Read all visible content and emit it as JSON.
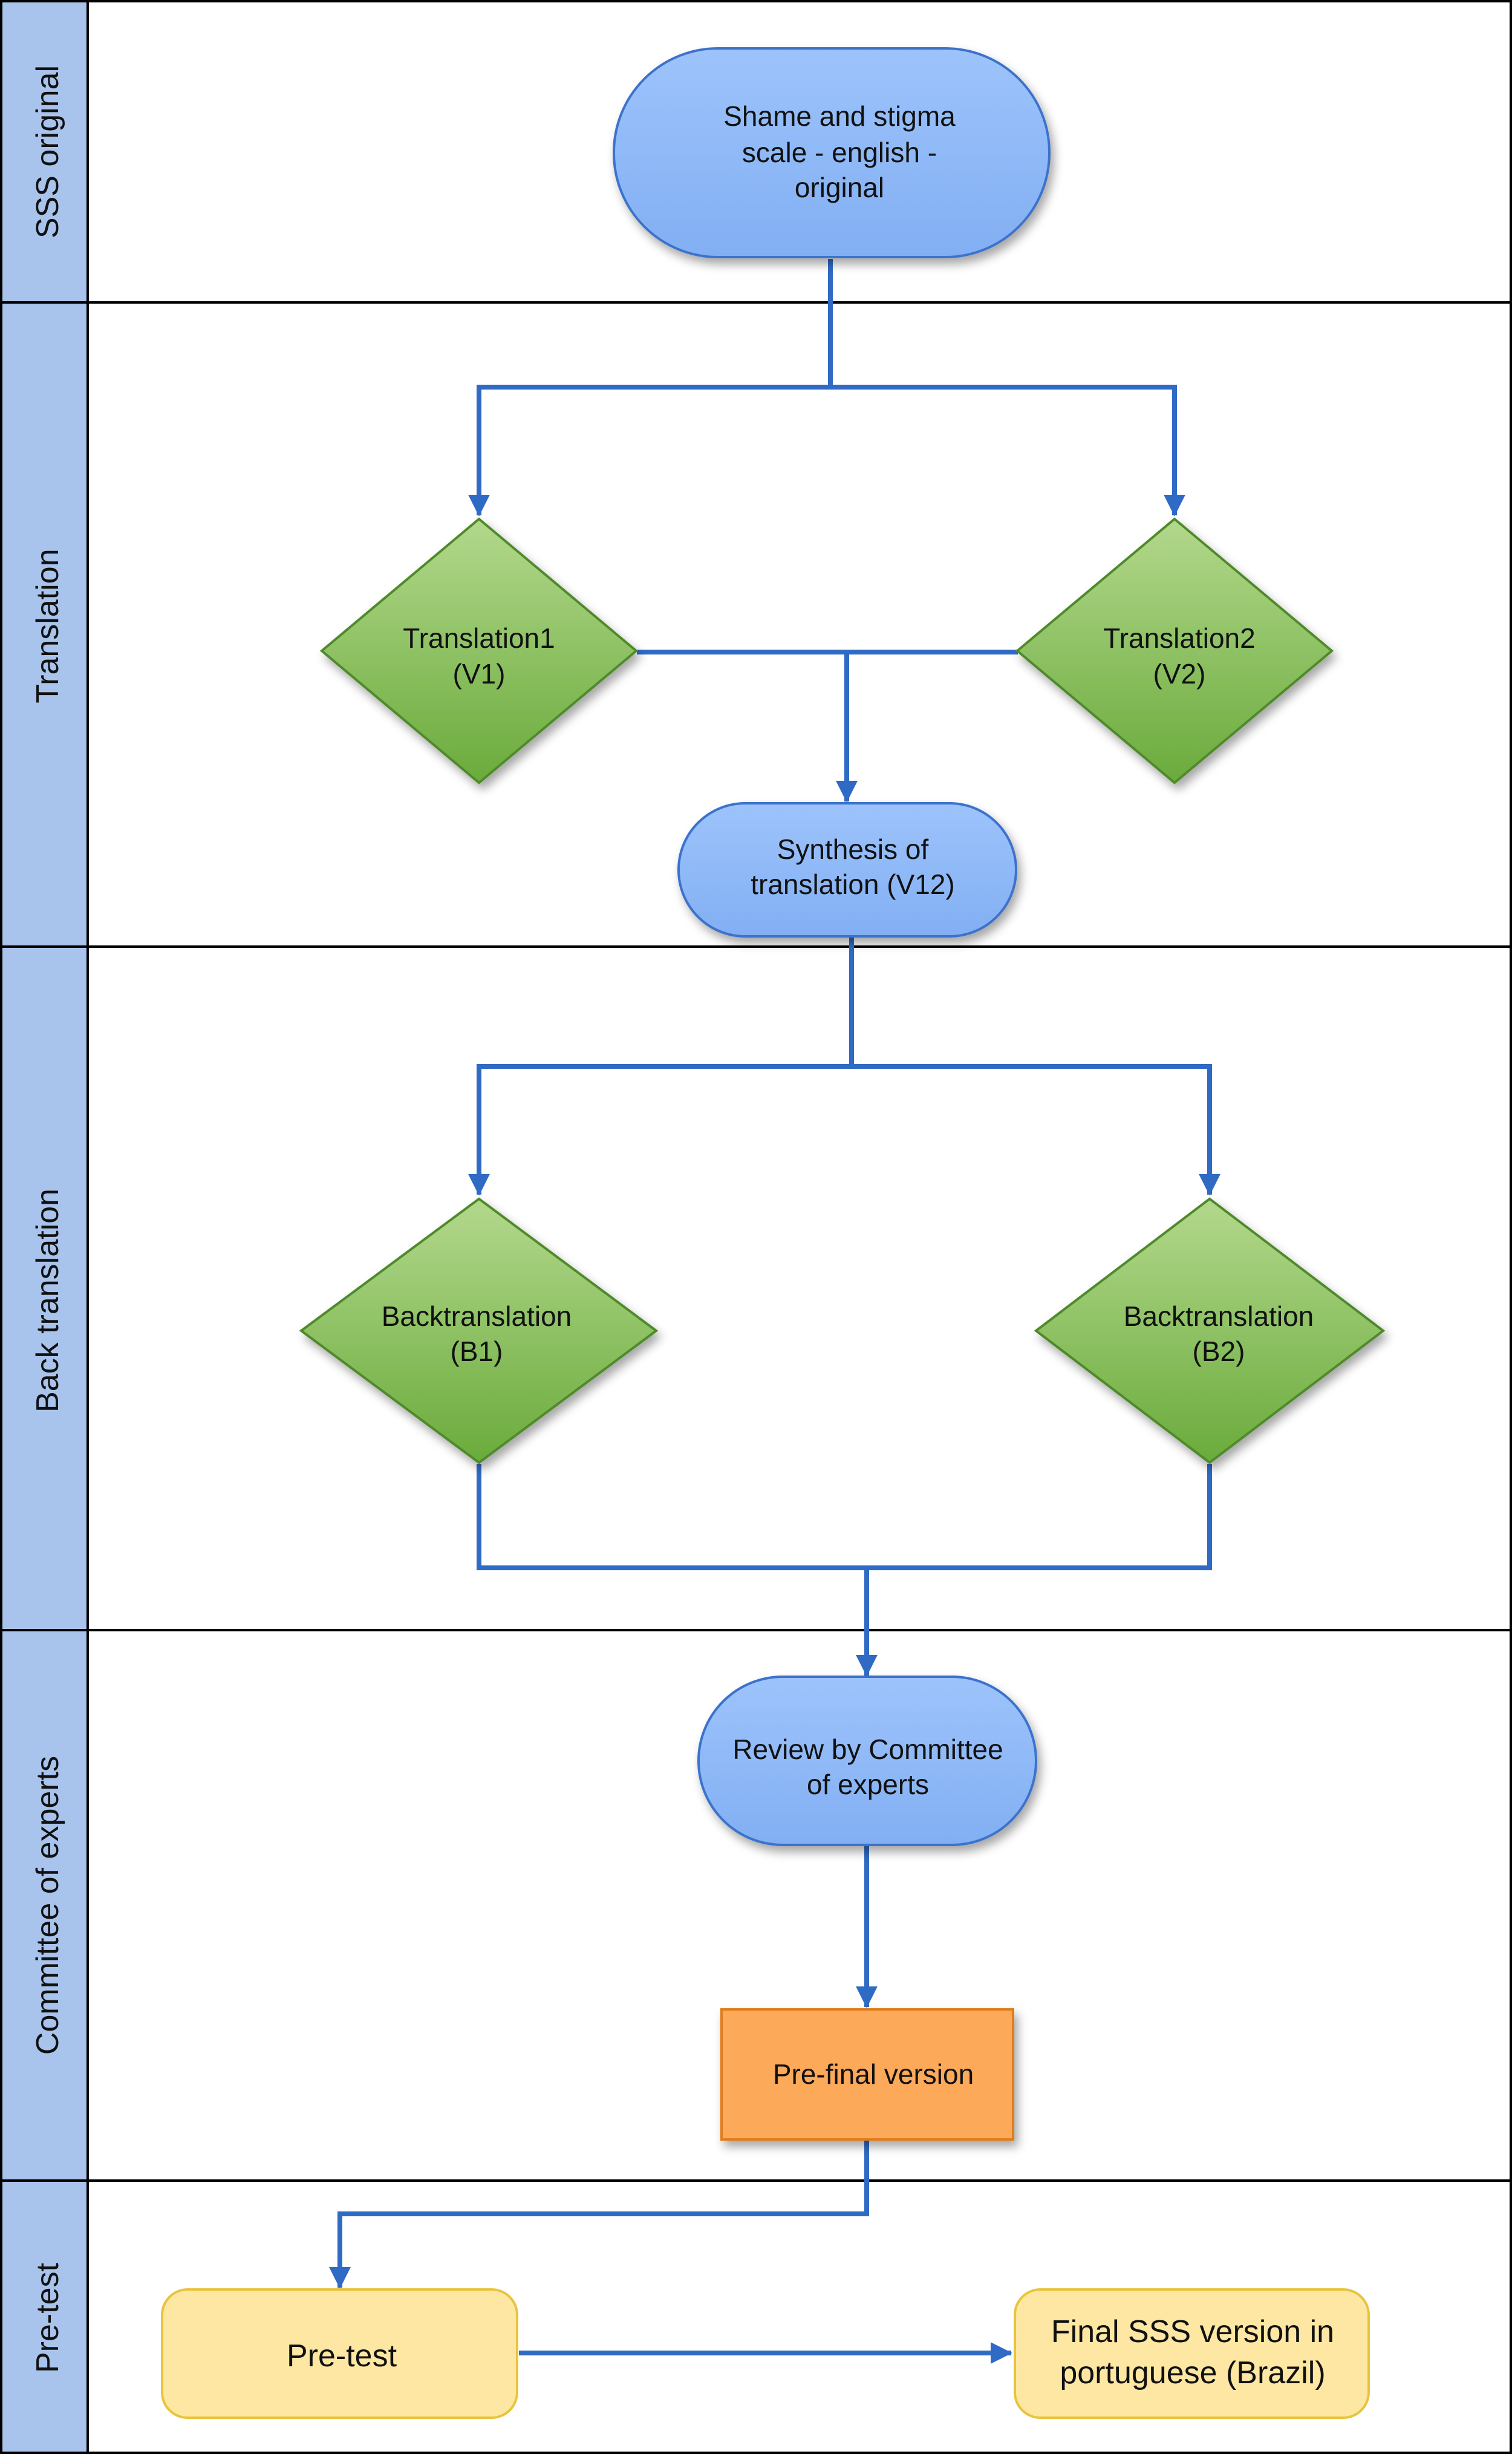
{
  "lanes": [
    {
      "id": "lane-sss-original",
      "label": "SSS original"
    },
    {
      "id": "lane-translation",
      "label": "Translation"
    },
    {
      "id": "lane-back-translation",
      "label": "Back translation"
    },
    {
      "id": "lane-committee",
      "label": "Committee of experts"
    },
    {
      "id": "lane-pre-test",
      "label": "Pre-test"
    }
  ],
  "nodes": {
    "original": {
      "shape": "terminator",
      "lines": [
        "Shame and stigma",
        "scale - english -",
        "original"
      ]
    },
    "translation1": {
      "shape": "decision",
      "lines": [
        "Translation1",
        "(V1)"
      ]
    },
    "translation2": {
      "shape": "decision",
      "lines": [
        "Translation2",
        "(V2)"
      ]
    },
    "synthesis": {
      "shape": "terminator",
      "lines": [
        "Synthesis of",
        "translation (V12)"
      ]
    },
    "backtranslation1": {
      "shape": "decision",
      "lines": [
        "Backtranslation",
        "(B1)"
      ]
    },
    "backtranslation2": {
      "shape": "decision",
      "lines": [
        "Backtranslation",
        "(B2)"
      ]
    },
    "committee_review": {
      "shape": "terminator",
      "lines": [
        "Review by Committee",
        "of experts"
      ]
    },
    "pre_final": {
      "shape": "process",
      "lines": [
        "Pre-final version"
      ]
    },
    "pre_test": {
      "shape": "rounded",
      "lines": [
        "Pre-test"
      ]
    },
    "final": {
      "shape": "rounded",
      "lines": [
        "Final SSS version in",
        "portuguese (Brazil)"
      ]
    }
  },
  "edges": [
    {
      "from": "original",
      "to": "translation1"
    },
    {
      "from": "original",
      "to": "translation2"
    },
    {
      "from": "translation1",
      "to": "synthesis"
    },
    {
      "from": "translation2",
      "to": "synthesis"
    },
    {
      "from": "synthesis",
      "to": "backtranslation1"
    },
    {
      "from": "synthesis",
      "to": "backtranslation2"
    },
    {
      "from": "backtranslation1",
      "to": "committee_review"
    },
    {
      "from": "backtranslation2",
      "to": "committee_review"
    },
    {
      "from": "committee_review",
      "to": "pre_final"
    },
    {
      "from": "pre_final",
      "to": "pre_test"
    },
    {
      "from": "pre_test",
      "to": "final"
    }
  ],
  "colors": {
    "lane_header": "#a9c4ec",
    "terminator_fill": "#8db8f7",
    "terminator_stroke": "#3a72cc",
    "decision_fill_top": "#b3d88c",
    "decision_fill_bottom": "#6aab3c",
    "decision_stroke": "#4f8a2a",
    "process_fill": "#fda95a",
    "process_stroke": "#e07b1c",
    "rounded_fill": "#fde7a2",
    "rounded_stroke": "#e8c43d",
    "connector": "#2f6ac4"
  }
}
